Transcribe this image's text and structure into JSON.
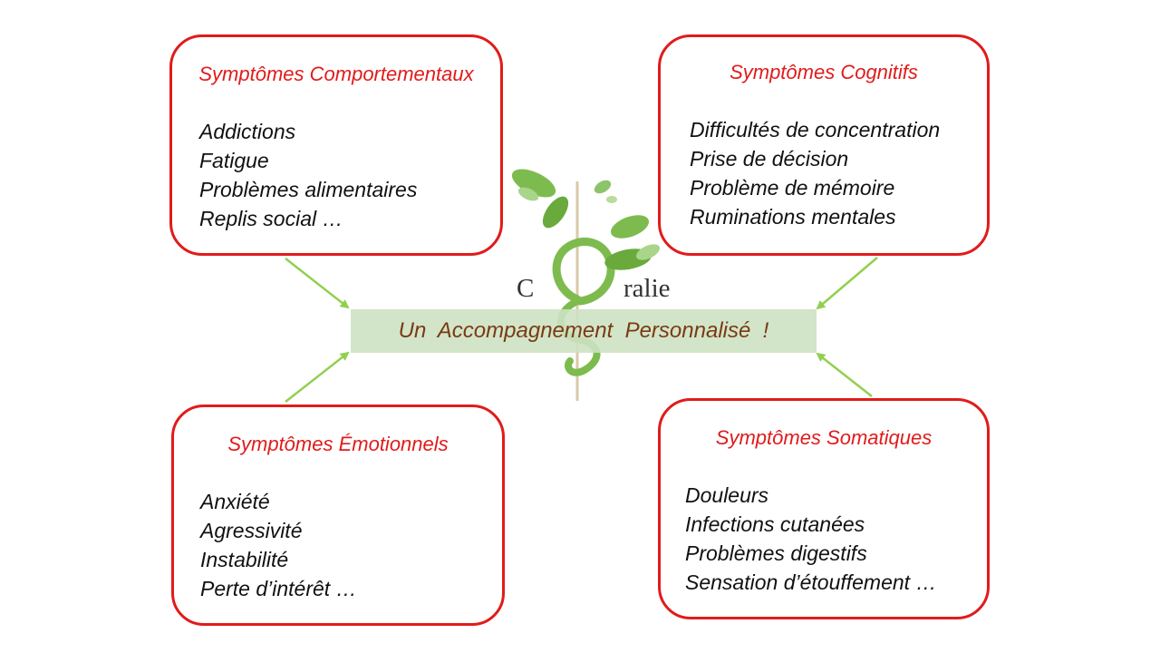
{
  "boxes": {
    "behavioral": {
      "title": "Symptômes Comportementaux",
      "items": [
        "Addictions",
        "Fatigue",
        "Problèmes alimentaires",
        "Replis social …"
      ]
    },
    "cognitive": {
      "title": "Symptômes Cognitifs",
      "items": [
        "Difficultés de concentration",
        "Prise de décision",
        "Problème de mémoire",
        "Ruminations mentales"
      ]
    },
    "emotional": {
      "title": "Symptômes Émotionnels",
      "items": [
        "Anxiété",
        "Agressivité",
        "Instabilité",
        "Perte d’intérêt …"
      ]
    },
    "somatic": {
      "title": "Symptômes Somatiques",
      "items": [
        "Douleurs",
        "Infections cutanées",
        "Problèmes digestifs",
        "Sensation d’étouffement …"
      ]
    }
  },
  "logo": {
    "letter_c": "C",
    "suffix": "ralie"
  },
  "banner": {
    "text": "Un  Accompagnement  Personnalisé  !"
  },
  "colors": {
    "box_border": "#e11b1b",
    "title": "#e11b1b",
    "arrow": "#92d050",
    "banner_bg": "#cde2c3",
    "banner_text": "#7a3a12",
    "leaf": "#7dbb4f"
  }
}
